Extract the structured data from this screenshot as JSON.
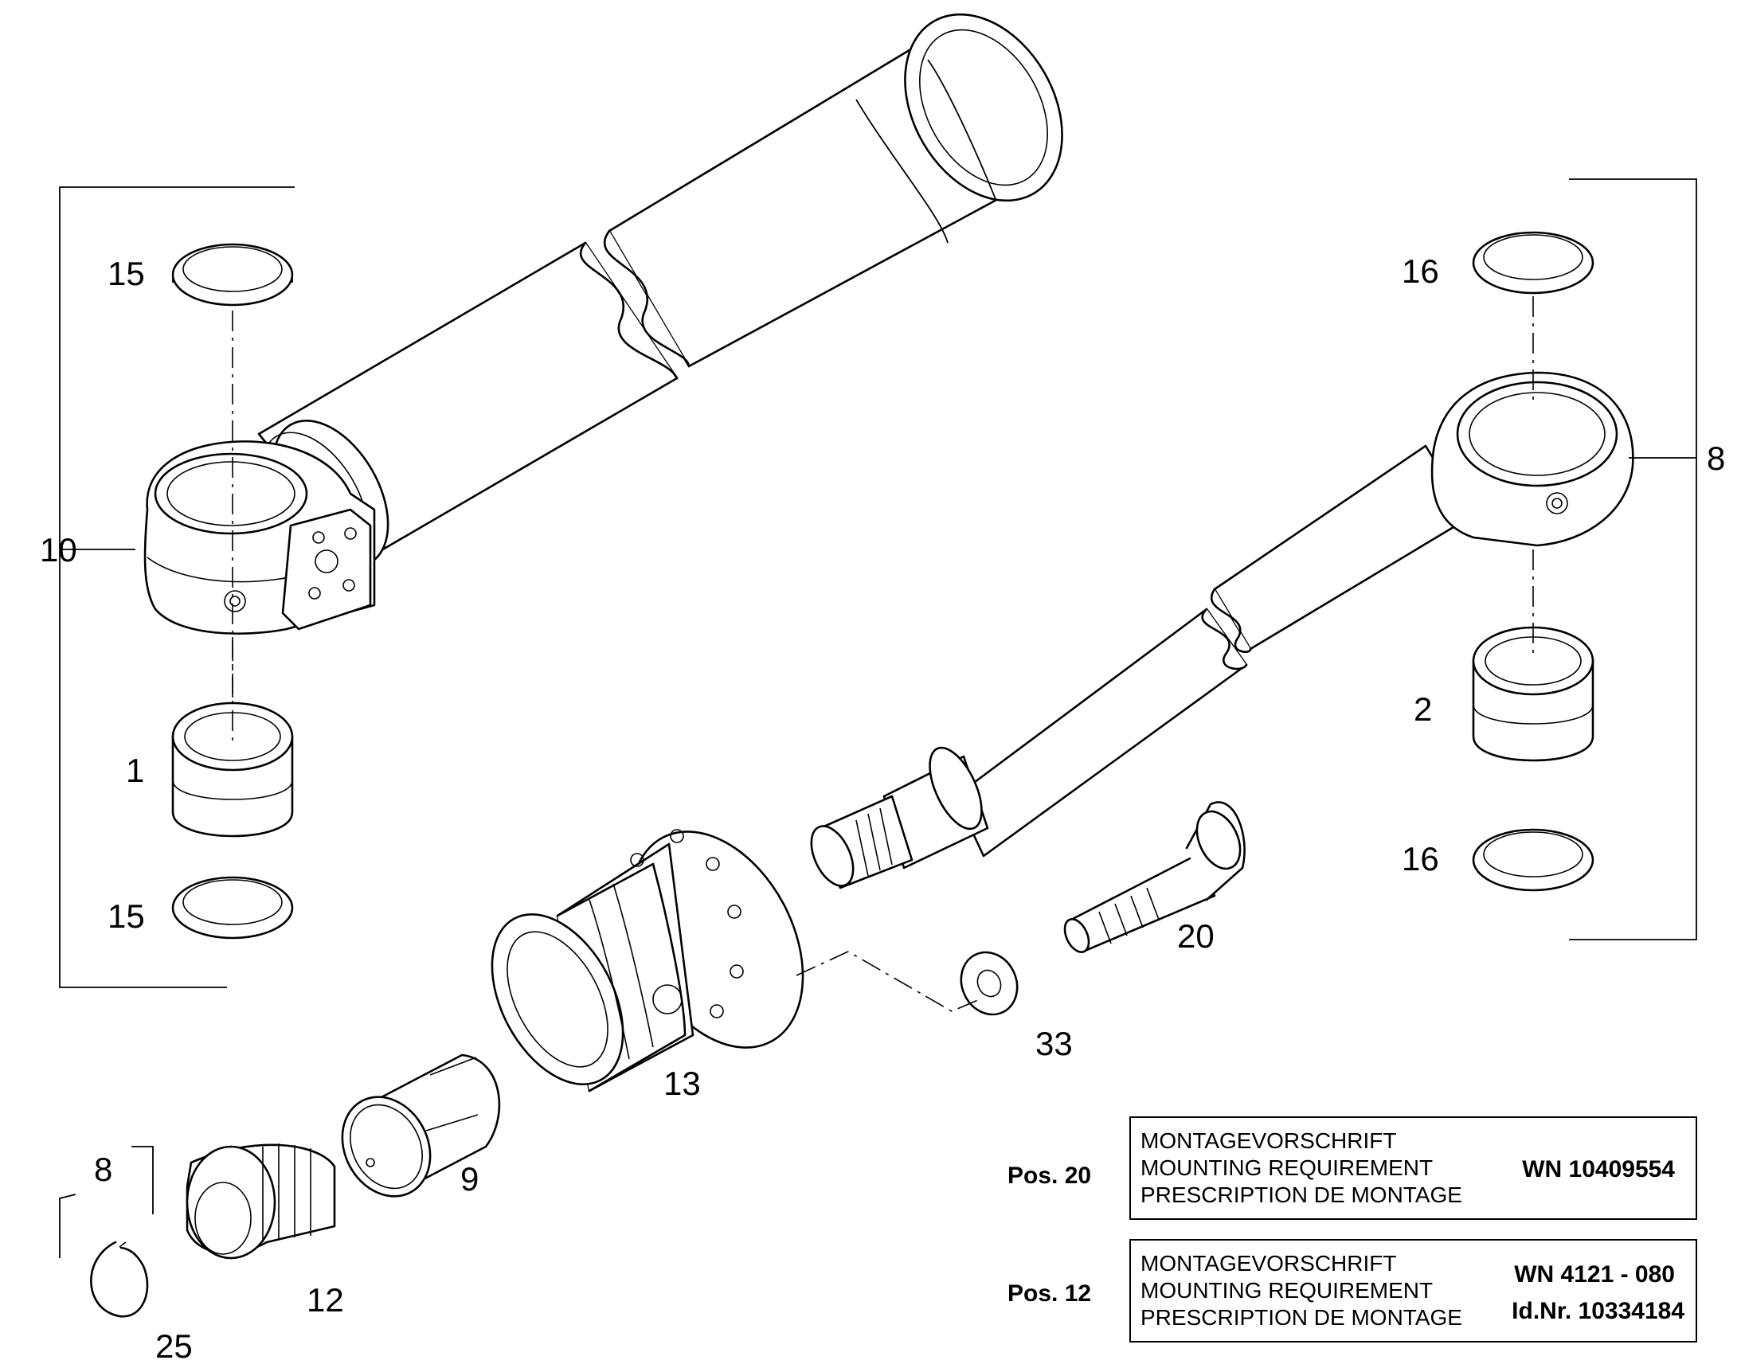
{
  "callouts": {
    "c15a": "15",
    "c15b": "15",
    "c10": "10",
    "c1": "1",
    "c16a": "16",
    "c16b": "16",
    "c8a": "8",
    "c2": "2",
    "c20": "20",
    "c33": "33",
    "c13": "13",
    "c9": "9",
    "c8b": "8",
    "c12": "12",
    "c25": "25"
  },
  "notes": [
    {
      "pos": "Pos. 20",
      "lines": [
        "MONTAGEVORSCHRIFT",
        "MOUNTING REQUIREMENT",
        "PRESCRIPTION DE MONTAGE"
      ],
      "ref": "WN 10409554",
      "ref2": ""
    },
    {
      "pos": "Pos. 12",
      "lines": [
        "MONTAGEVORSCHRIFT",
        "MOUNTING REQUIREMENT",
        "PRESCRIPTION DE MONTAGE"
      ],
      "ref": "WN 4121 - 080",
      "ref2": "Id.Nr. 10334184"
    }
  ]
}
